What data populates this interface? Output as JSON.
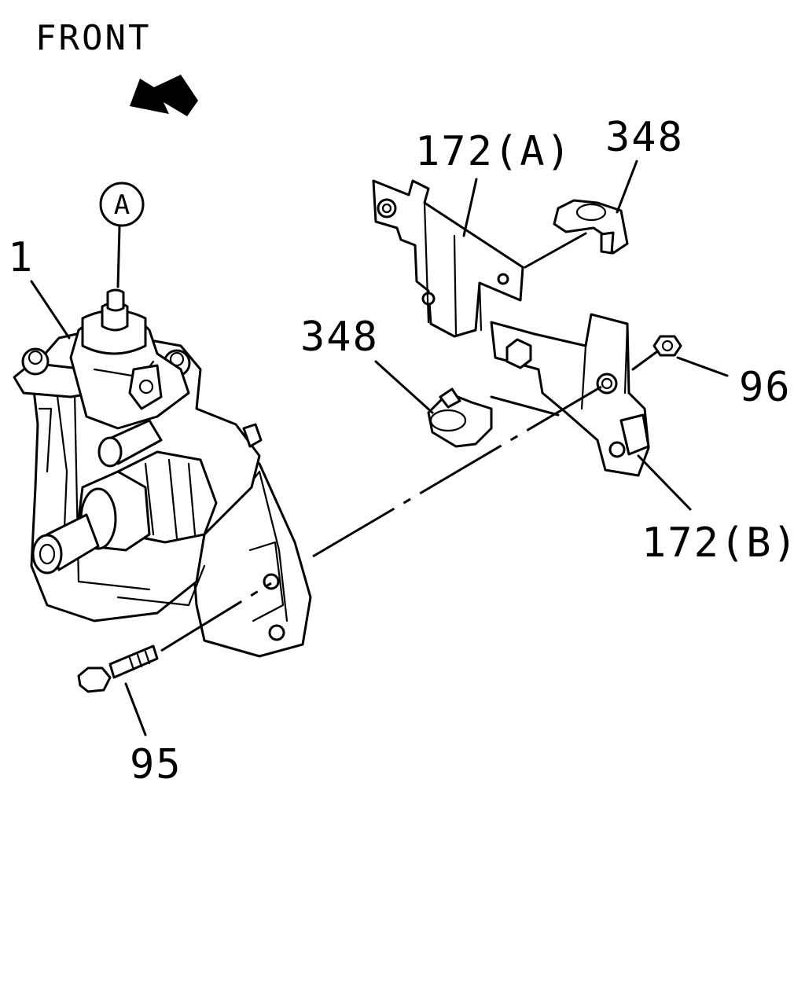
{
  "direction": {
    "label": "FRONT"
  },
  "callouts": {
    "pump": "1",
    "ref_a": "A",
    "bracket_a": "172(A)",
    "clip_upper": "348",
    "clip_lower": "348",
    "nut": "96",
    "bracket_b": "172(B)",
    "bolt": "95"
  }
}
